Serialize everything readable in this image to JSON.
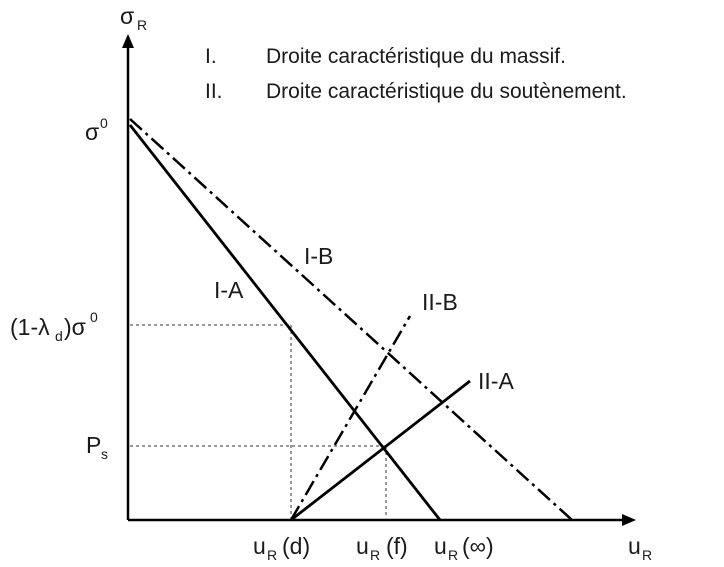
{
  "legend": {
    "item1_num": "I.",
    "item1_text": "Droite caractéristique du massif.",
    "item2_num": "II.",
    "item2_text": "Droite caractéristique du soutènement."
  },
  "axes": {
    "y_label_main": "σ",
    "y_label_sub": "R",
    "x_label_main": "u",
    "x_label_sub": "R"
  },
  "y_ticks": {
    "sigma0_main": "σ",
    "sigma0_sup": "0",
    "lambda_prefix": "(1-λ",
    "lambda_sub": "d",
    "lambda_mid": ")σ",
    "lambda_sup": "0",
    "ps_main": "P",
    "ps_sub": "s"
  },
  "x_ticks": {
    "ud_main": "u",
    "ud_sub": "R",
    "ud_arg": "(d)",
    "uf_main": "u",
    "uf_sub": "R",
    "uf_arg": "(f)",
    "uinf_main": "u",
    "uinf_sub": "R",
    "uinf_arg": "(∞)"
  },
  "curves": {
    "IA": "I-A",
    "IB": "I-B",
    "IIA": "II-A",
    "IIB": "II-B"
  },
  "colors": {
    "line": "#000000",
    "text": "#1a1a1a"
  }
}
